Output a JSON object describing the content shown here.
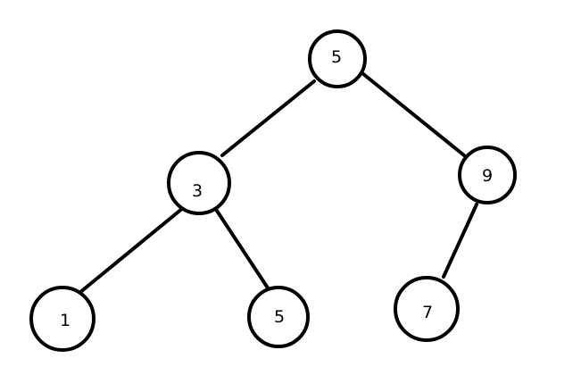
{
  "tree": {
    "colors": {
      "stroke": "#000000",
      "fill": "#ffffff",
      "background": "#ffffff"
    },
    "nodes": [
      {
        "id": "root",
        "value": "5"
      },
      {
        "id": "left",
        "value": "3"
      },
      {
        "id": "right",
        "value": "9"
      },
      {
        "id": "left-left",
        "value": "1"
      },
      {
        "id": "left-right",
        "value": "5"
      },
      {
        "id": "right-left",
        "value": "7"
      }
    ],
    "edges": [
      {
        "from": "root",
        "to": "left"
      },
      {
        "from": "root",
        "to": "right"
      },
      {
        "from": "left",
        "to": "left-left"
      },
      {
        "from": "left",
        "to": "left-right"
      },
      {
        "from": "right",
        "to": "right-left"
      }
    ]
  }
}
